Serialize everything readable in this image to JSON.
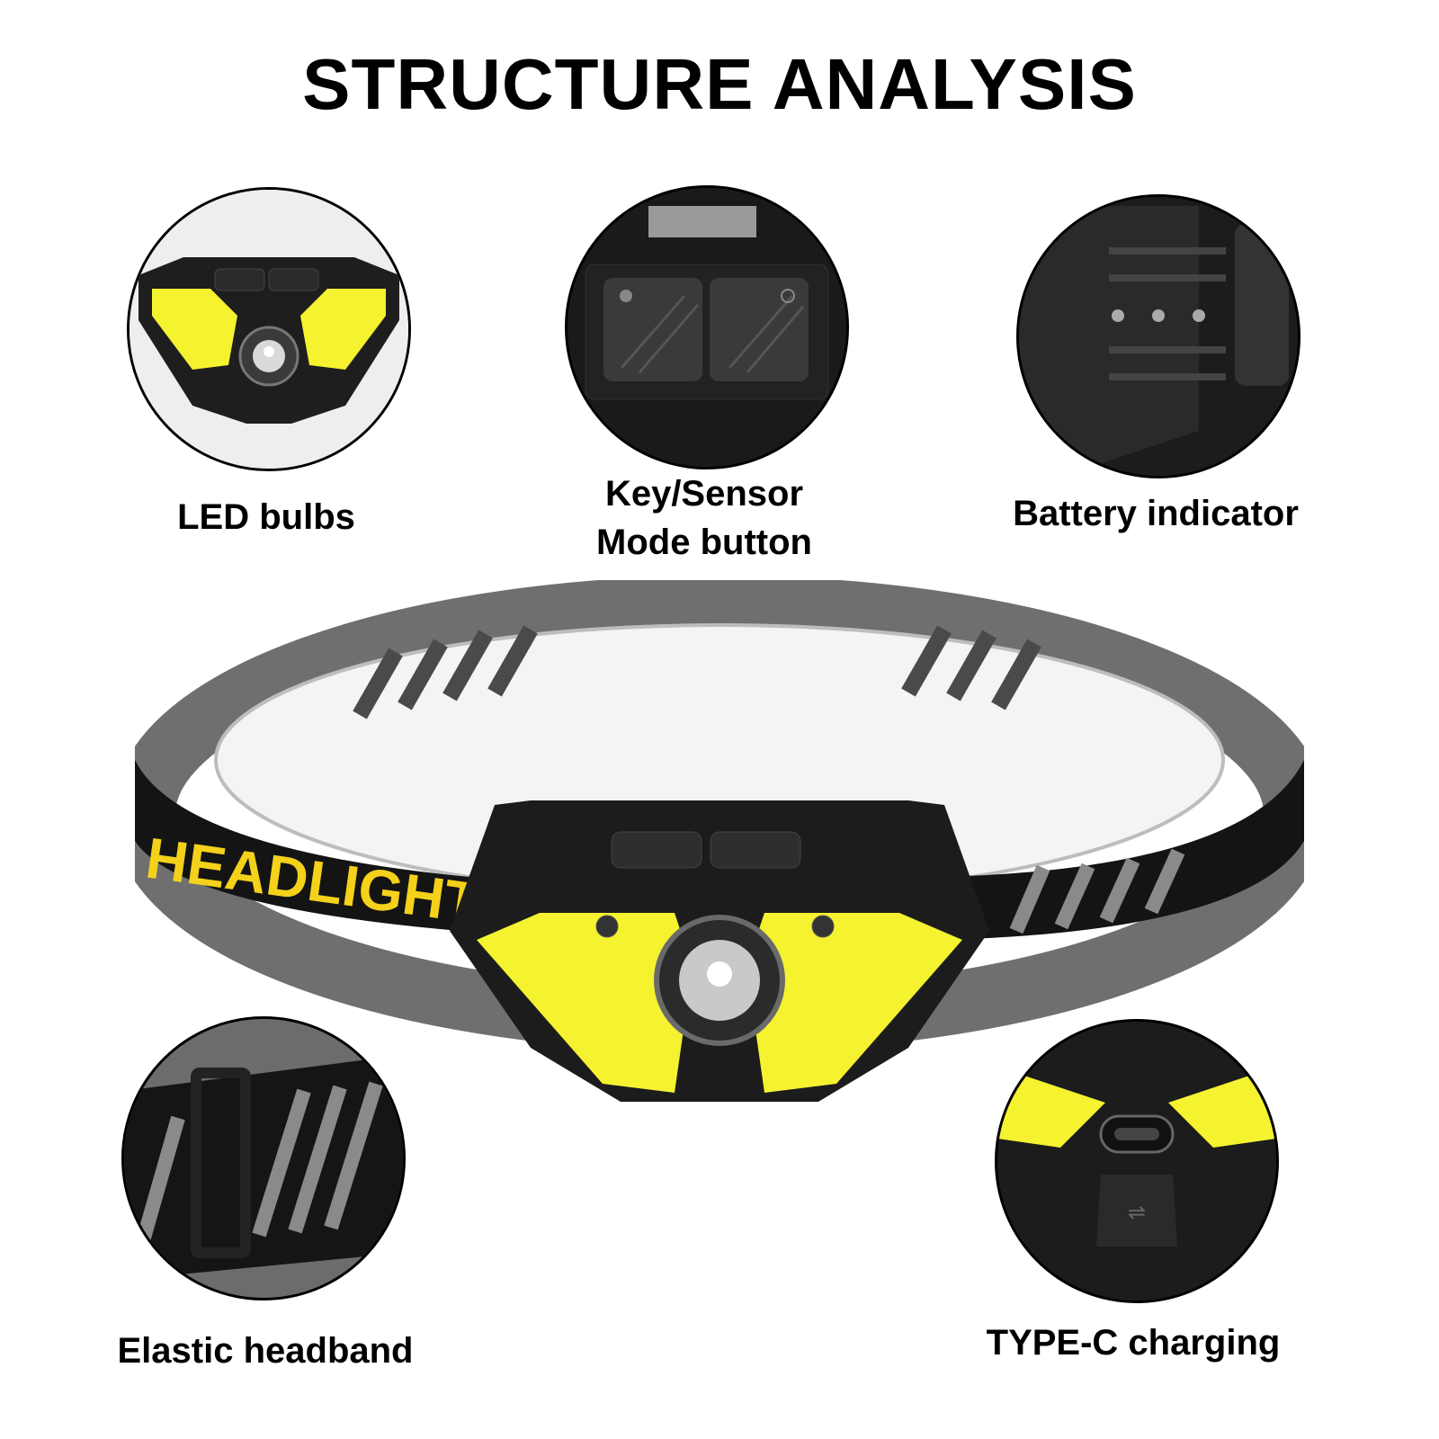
{
  "title": "STRUCTURE ANALYSIS",
  "callouts": [
    {
      "label": "LED bulbs",
      "icon": "led-bulbs-closeup"
    },
    {
      "label_line1": "Key/Sensor",
      "label_line2": "Mode button",
      "icon": "mode-button-closeup"
    },
    {
      "label": "Battery indicator",
      "icon": "battery-indicator-closeup"
    },
    {
      "label": "Elastic headband",
      "icon": "headband-buckle-closeup"
    },
    {
      "label": "TYPE-C charging",
      "icon": "usb-c-port-closeup"
    }
  ],
  "headband_text": "HEADLIGHT",
  "colors": {
    "cob_yellow": "#f5f230",
    "housing": "#1c1c1c",
    "band_gray": "#8a8a8a",
    "band_black": "#141414",
    "band_text": "#f4d11a"
  }
}
